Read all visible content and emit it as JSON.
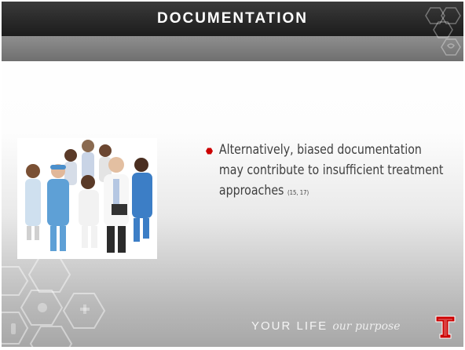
{
  "slide": {
    "title": "DOCUMENTATION",
    "bullet": {
      "text": "Alternatively, biased documentation may contribute to insufficient treatment approaches",
      "citation": "(15, 17)"
    },
    "footer": {
      "tagline_main": "YOUR LIFE",
      "tagline_script": "our purpose"
    },
    "photo_description_icon": "medical-team-photo",
    "colors": {
      "title_bar": "#262626",
      "sub_bar": "#7d7d7d",
      "bullet": "#cc0000",
      "text": "#3f3f3f",
      "logo": "#cc0000"
    }
  }
}
